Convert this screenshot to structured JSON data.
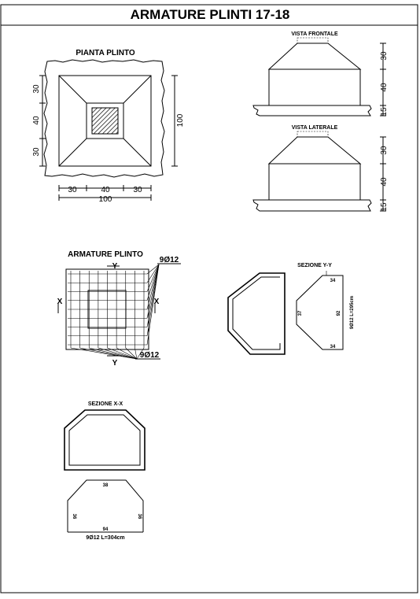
{
  "title": "ARMATURE PLINTI 17-18",
  "pianta": {
    "heading": "PIANTA PLINTO",
    "dims_left": [
      "30",
      "40",
      "30"
    ],
    "dim_right": "100",
    "dims_bottom": [
      "30",
      "40",
      "30"
    ],
    "dim_bottom_total": "100"
  },
  "vista_frontale": {
    "heading": "VISTA FRONTALE",
    "dims": [
      "30",
      "40",
      "15"
    ]
  },
  "vista_laterale": {
    "heading": "VISTA LATERALE",
    "dims": [
      "30",
      "40",
      "15"
    ]
  },
  "armature": {
    "heading": "ARMATURE PLINTO",
    "bar_label_top": "9Ø12",
    "bar_label_bottom": "9Ø12",
    "axis_y_top": "Y",
    "axis_y_bottom": "Y",
    "axis_x_left": "X",
    "axis_x_right": "X"
  },
  "sezione_yy": {
    "heading": "SEZIONE Y-Y",
    "top": "34",
    "side": "37",
    "right": "92",
    "bottom": "34",
    "bar_label": "9Ø12 L=295cm"
  },
  "sezione_xx": {
    "heading": "SEZIONE X-X",
    "top": "38",
    "left": "36",
    "right": "36",
    "bottom": "94",
    "bar_label": "9Ø12 L=304cm"
  }
}
